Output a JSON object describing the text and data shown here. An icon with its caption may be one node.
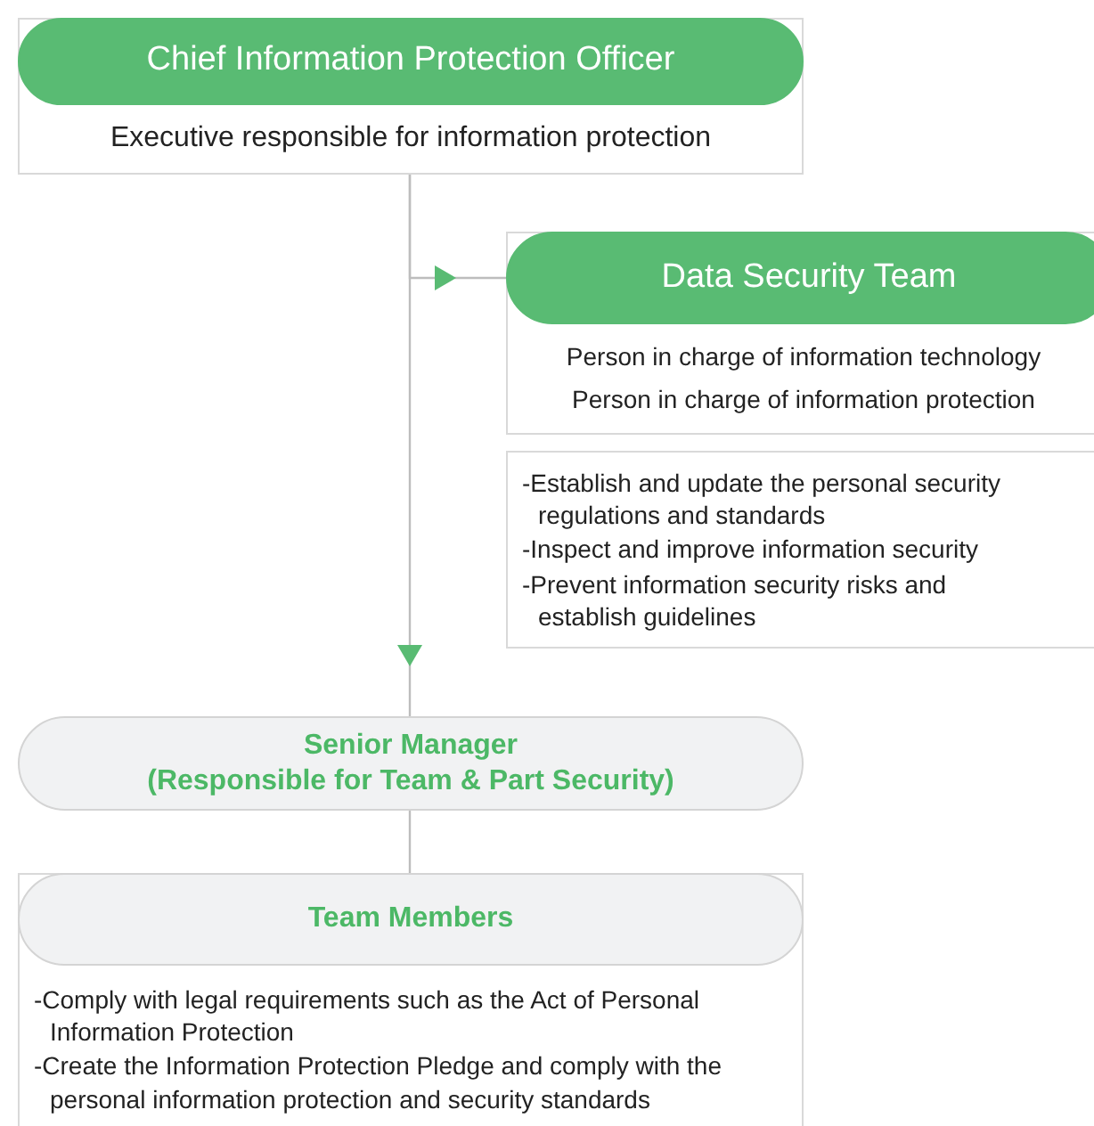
{
  "diagram": {
    "nodes": [
      {
        "text": [
          "Chief Information Protection Officer",
          "Executive responsible for information protection"
        ]
      },
      {
        "text": [
          "Data Security Team",
          "Person in charge of information technology",
          "Person in charge of information protection"
        ]
      },
      {
        "text": [
          "-Establish and update the personal security regulations and standards",
          "-Inspect and improve information security",
          "-Prevent information security risks and establish guidelines"
        ]
      },
      {
        "text": [
          "Senior Manager",
          "(Responsible for Team & Part Security)"
        ]
      },
      {
        "text": [
          "Team Members",
          "-Comply with legal requirements such as the Act of Personal Information Protection",
          "-Create the Information Protection Pledge and comply with the personal information protection and security standards"
        ]
      }
    ],
    "edges": [
      {
        "from": 0,
        "to": 1,
        "arrow": "to"
      },
      {
        "from": 0,
        "to": 3,
        "arrow": "to"
      },
      {
        "from": 3,
        "to": 4,
        "arrow": "none"
      }
    ]
  }
}
